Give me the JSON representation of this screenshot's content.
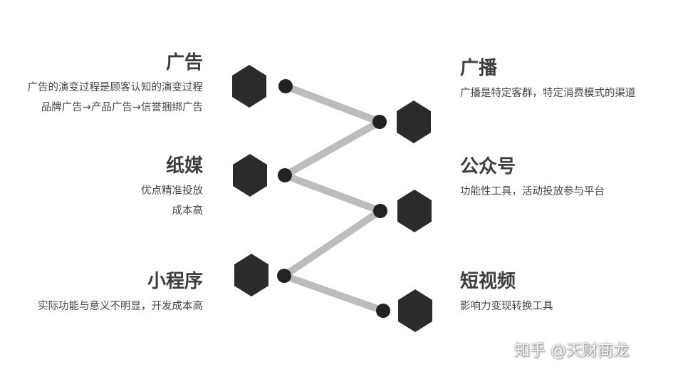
{
  "colors": {
    "hexagon": "#2b2b2b",
    "connector": "#bcbcbc",
    "dot": "#222222",
    "title": "#3d3d3d",
    "text": "#444444"
  },
  "left": [
    {
      "title": "广告",
      "lines": [
        "广告的演变过程是顾客认知的演变过程",
        "品牌广告→产品广告→信誉捆绑广告"
      ]
    },
    {
      "title": "纸媒",
      "lines": [
        "优点精准投放",
        "成本高"
      ]
    },
    {
      "title": "小程序",
      "lines": [
        "实际功能与意义不明显，开发成本高"
      ]
    }
  ],
  "right": [
    {
      "title": "广播",
      "lines": [
        "广播是特定客群，特定消费模式的渠道"
      ]
    },
    {
      "title": "公众号",
      "lines": [
        "功能性工具，活动投放参与平台"
      ]
    },
    {
      "title": "短视频",
      "lines": [
        "影响力变现转换工具"
      ]
    }
  ],
  "watermark": "知乎 @天财商龙"
}
